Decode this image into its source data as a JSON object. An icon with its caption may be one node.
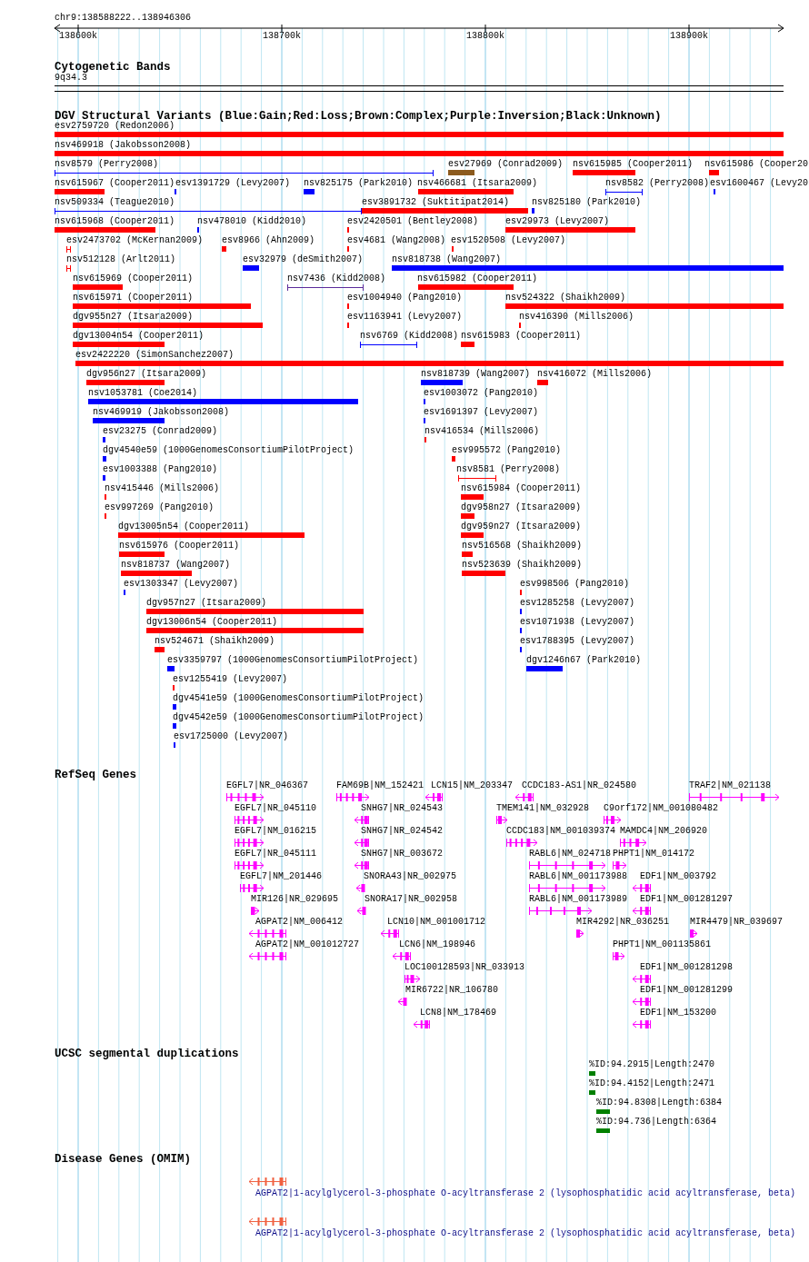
{
  "diagram": {
    "labels": [
      "chr9:138588222..138946306",
      "138600k",
      "138700k",
      "138800k",
      "138900k",
      "Cytogenetic Bands",
      "9q34.3",
      "DGV Structural Variants (Blue:Gain;Red:Loss;Brown:Complex;Purple:Inversion;Black:Unknown)",
      "esv2759720 (Redon2006)",
      "nsv469918 (Jakobsson2008)",
      "nsv8579 (Perry2008)",
      "esv27969 (Conrad2009)",
      "nsv615985 (Cooper2011)",
      "nsv615986 (Cooper20",
      "nsv615967 (Cooper2011)",
      "esv1391729 (Levy2007)",
      "nsv825175 (Park2010)",
      "nsv466681 (Itsara2009)",
      "nsv8582 (Perry2008)",
      "esv1600467 (Levy20",
      "nsv509334 (Teague2010)",
      "esv3891732 (Suktitipat2014)",
      "nsv825180 (Park2010)",
      "nsv615968 (Cooper2011)",
      "nsv478010 (Kidd2010)",
      "esv2420501 (Bentley2008)",
      "esv29973 (Levy2007)",
      "esv2473702 (McKernan2009)",
      "esv8966 (Ahn2009)",
      "esv4681 (Wang2008)",
      "esv1520508 (Levy2007)",
      "nsv512128 (Arlt2011)",
      "esv32979 (deSmith2007)",
      "nsv818738 (Wang2007)",
      "nsv615969 (Cooper2011)",
      "nsv7436 (Kidd2008)",
      "nsv615982 (Cooper2011)",
      "nsv615971 (Cooper2011)",
      "esv1004940 (Pang2010)",
      "nsv524322 (Shaikh2009)",
      "dgv955n27 (Itsara2009)",
      "esv1163941 (Levy2007)",
      "nsv416390 (Mills2006)",
      "dgv13004n54 (Cooper2011)",
      "nsv6769 (Kidd2008)",
      "nsv615983 (Cooper2011)",
      "esv2422220 (SimonSanchez2007)",
      "dgv956n27 (Itsara2009)",
      "nsv818739 (Wang2007)",
      "nsv416072 (Mills2006)",
      "nsv1053781 (Coe2014)",
      "esv1003072 (Pang2010)",
      "nsv469919 (Jakobsson2008)",
      "esv1691397 (Levy2007)",
      "esv23275 (Conrad2009)",
      "nsv416534 (Mills2006)",
      "dgv4540e59 (1000GenomesConsortiumPilotProject)",
      "esv995572 (Pang2010)",
      "esv1003388 (Pang2010)",
      "nsv8581 (Perry2008)",
      "nsv415446 (Mills2006)",
      "nsv615984 (Cooper2011)",
      "esv997269 (Pang2010)",
      "dgv958n27 (Itsara2009)",
      "dgv13005n54 (Cooper2011)",
      "dgv959n27 (Itsara2009)",
      "nsv615976 (Cooper2011)",
      "nsv516568 (Shaikh2009)",
      "nsv818737 (Wang2007)",
      "nsv523639 (Shaikh2009)",
      "esv1303347 (Levy2007)",
      "esv998506 (Pang2010)",
      "dgv957n27 (Itsara2009)",
      "esv1285258 (Levy2007)",
      "dgv13006n54 (Cooper2011)",
      "esv1071938 (Levy2007)",
      "nsv524671 (Shaikh2009)",
      "esv1788395 (Levy2007)",
      "esv3359797 (1000GenomesConsortiumPilotProject)",
      "dgv1246n67 (Park2010)",
      "esv1255419 (Levy2007)",
      "dgv4541e59 (1000GenomesConsortiumPilotProject)",
      "dgv4542e59 (1000GenomesConsortiumPilotProject)",
      "esv1725000 (Levy2007)",
      "RefSeq Genes",
      "EGFL7|NR_046367",
      "FAM69B|NM_152421",
      "LCN15|NM_203347",
      "CCDC183-AS1|NR_024580",
      "TRAF2|NM_021138",
      "EGFL7|NR_045110",
      "SNHG7|NR_024543",
      "TMEM141|NM_032928",
      "C9orf172|NM_001080482",
      "EGFL7|NM_016215",
      "SNHG7|NR_024542",
      "CCDC183|NM_001039374",
      "MAMDC4|NM_206920",
      "EGFL7|NR_045111",
      "SNHG7|NR_003672",
      "RABL6|NM_024718",
      "PHPT1|NM_014172",
      "EGFL7|NM_201446",
      "SNORA43|NR_002975",
      "RABL6|NM_001173988",
      "EDF1|NM_003792",
      "MIR126|NR_029695",
      "SNORA17|NR_002958",
      "RABL6|NM_001173989",
      "EDF1|NM_001281297",
      "AGPAT2|NM_006412",
      "LCN10|NM_001001712",
      "MIR4292|NR_036251",
      "MIR4479|NR_039697",
      "AGPAT2|NM_001012727",
      "LCN6|NM_198946",
      "PHPT1|NM_001135861",
      "LOC100128593|NR_033913",
      "EDF1|NM_001281298",
      "MIR6722|NR_106780",
      "EDF1|NM_001281299",
      "LCN8|NM_178469",
      "EDF1|NM_153200",
      "UCSC segmental duplications",
      "%ID:94.2915|Length:2470",
      "%ID:94.4152|Length:2471",
      "%ID:94.8308|Length:6384",
      "%ID:94.736|Length:6364",
      "Disease Genes (OMIM)",
      "AGPAT2|1-acylglycerol-3-phosphate O-acyltransferase 2 (lysophosphatidic acid acyltransferase, beta)",
      "AGPAT2|1-acylglycerol-3-phosphate O-acyltransferase 2 (lysophosphatidic acid acyltransferase, beta)"
    ]
  }
}
